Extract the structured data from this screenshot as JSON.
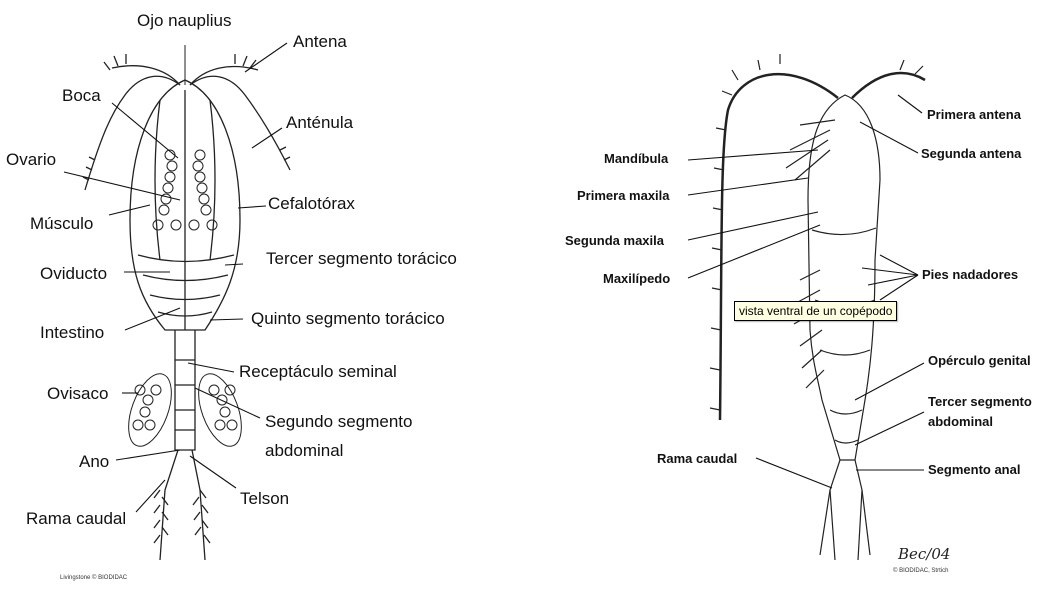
{
  "left_diagram": {
    "labels": [
      "Ojo nauplius",
      "Antena",
      "Boca",
      "Anténula",
      "Ovario",
      "Cefalotórax",
      "Músculo",
      "Tercer segmento torácico",
      "Oviducto",
      "Quinto segmento torácico",
      "Intestino",
      "Receptáculo seminal",
      "Ovisaco",
      "Segundo segmento",
      "abdominal",
      "Ano",
      "Telson",
      "Rama caudal"
    ],
    "credit": "Livingstone © BIODIDAC"
  },
  "right_diagram": {
    "labels": [
      "Primera antena",
      "Segunda antena",
      "Mandíbula",
      "Primera maxila",
      "Segunda maxila",
      "Maxilípedo",
      "Pies nadadores",
      "Opérculo genital",
      "Tercer segmento",
      "abdominal",
      "Rama caudal",
      "Segmento anal"
    ],
    "signature": "Bec/04",
    "credit": "© BIODIDAC, Strtich"
  },
  "tooltip": "vista ventral de un copépodo"
}
